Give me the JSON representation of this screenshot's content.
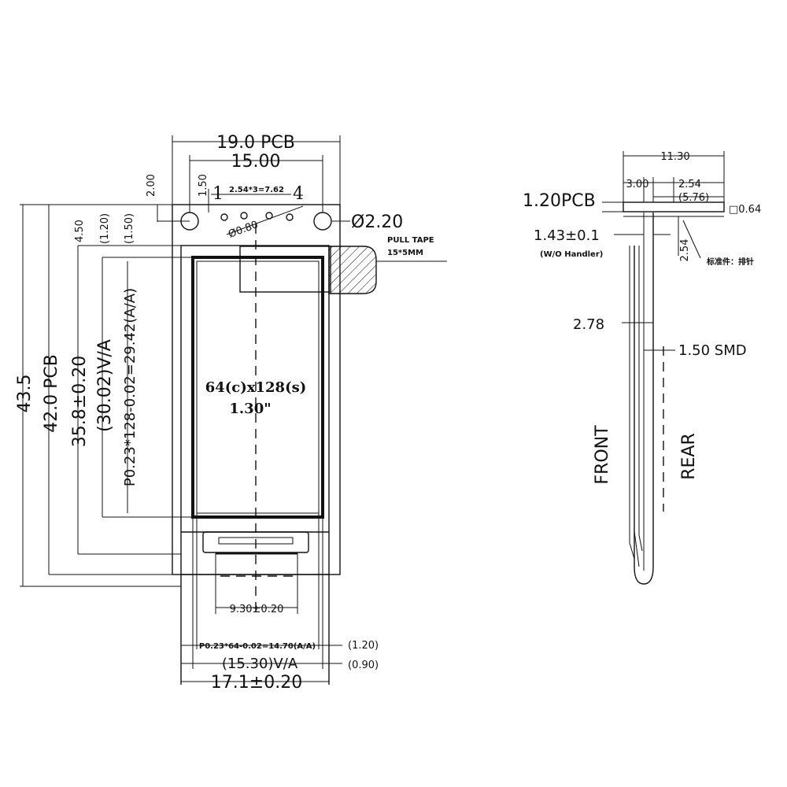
{
  "front": {
    "pcb_width": "19.0 PCB",
    "aa_width": "15.00",
    "top_offset": "2.00",
    "pin_offset": "1.50",
    "pin1": "1",
    "pin4": "4",
    "pin_pitch": "2.54*3=7.62",
    "pin_dia": "Ø0.80",
    "hole_dia": "Ø2.20",
    "pull_tape": "PULL TAPE",
    "pull_tape_size": "15*5MM",
    "h_total": "43.5",
    "h_pcb": "42.0 PCB",
    "h_glass": "35.8±0.20",
    "h_va": "(30.02)V/A",
    "h_aa": "P0.23*128-0.02=29.42(A/A)",
    "off_450": "4.50",
    "off_120": "(1.20)",
    "off_150": "(1.50)",
    "resolution": "64(c)x128(s)",
    "diagonal": "1.30\"",
    "fpc_width": "9.30±0.20",
    "w_aa": "P0.23*64-0.02=14.70(A/A)",
    "w_aa_off": "(1.20)",
    "w_va": "(15.30)V/A",
    "w_va_off": "(0.90)",
    "w_glass": "17.1±0.20"
  },
  "side": {
    "width": "11.30",
    "pin_len": "3.00",
    "pin_pitch": "2.54",
    "pin_total": "(5.76)",
    "pcb_thk": "1.20PCB",
    "pin_sq": "□0.64",
    "thk_nohandle": "1.43±0.1",
    "no_handle": "(W/O Handler)",
    "pin_v": "2.54",
    "std_part": "标准件：排针",
    "thk_total": "2.78",
    "smd": "1.50 SMD",
    "front_label": "FRONT",
    "rear_label": "REAR"
  }
}
